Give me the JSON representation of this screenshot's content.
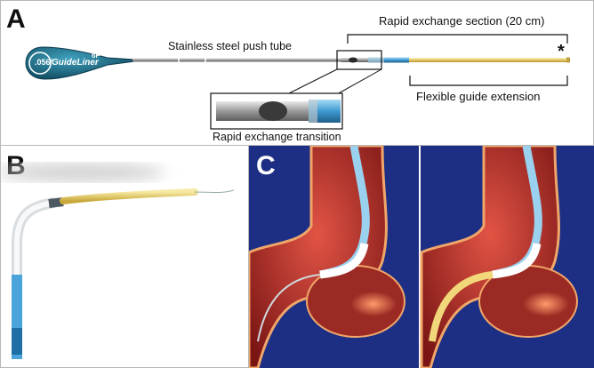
{
  "panel_a": {
    "label": "A",
    "handle_text": {
      "size": ".056\"",
      "brand": "GuideLiner",
      "french": "6F"
    },
    "labels": {
      "push_tube": "Stainless steel push tube",
      "rapid_section": "Rapid exchange section (20 cm)",
      "guide_extension": "Flexible guide extension",
      "transition": "Rapid exchange transition",
      "tip_marker": "*"
    }
  },
  "panel_b": {
    "label": "B"
  },
  "panel_c": {
    "label": "C",
    "views": [
      "before-guideliner-advanced",
      "guideliner-advanced"
    ]
  },
  "colors": {
    "handle_teal": "#1a6f8a",
    "catheter_blue": "#3d9ad1",
    "extension_yellow": "#e8cf60",
    "c_background": "#1d2f84",
    "aorta_red": "#c0392b"
  }
}
